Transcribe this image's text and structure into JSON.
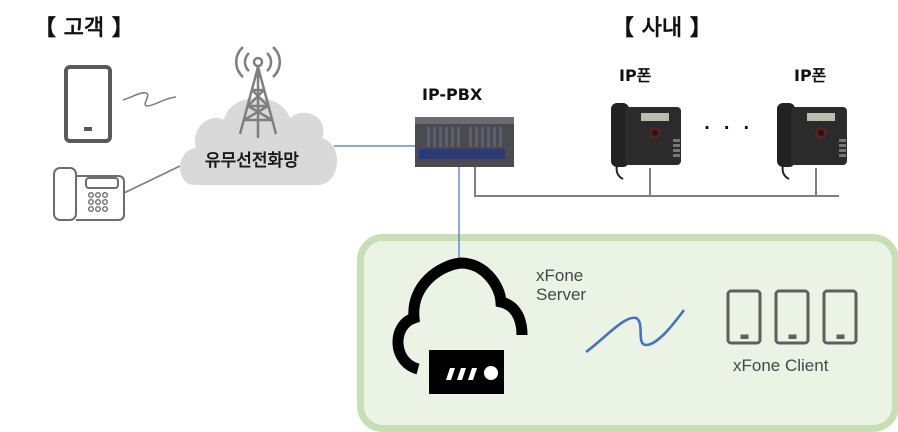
{
  "titles": {
    "customer": "【 고객 】",
    "internal": "【 사내 】"
  },
  "nodes": {
    "network_cloud": "유무선전화망",
    "pbx": "IP-PBX",
    "ip_phone_1": "IP폰",
    "ip_phone_2": "IP폰",
    "ellipsis": "· · ·",
    "xfone_server_line1": "xFone",
    "xfone_server_line2": "Server",
    "xfone_client": "xFone Client"
  },
  "icons": {
    "customer_mobile": "mobile-phone-icon",
    "customer_desk_phone": "desk-phone-icon",
    "tower": "radio-tower-icon",
    "pbx": "pbx-rack-icon",
    "ip_phone": "ip-desk-phone-icon",
    "server": "cloud-server-icon",
    "clients": "mobile-phone-icon"
  },
  "colors": {
    "link_blue": "#4472c4",
    "link_gray": "#7f7f7f",
    "zone_border": "#c5e0b4",
    "zone_fill": "#ebf3e5",
    "cloud_fill": "#d9d9d9"
  }
}
